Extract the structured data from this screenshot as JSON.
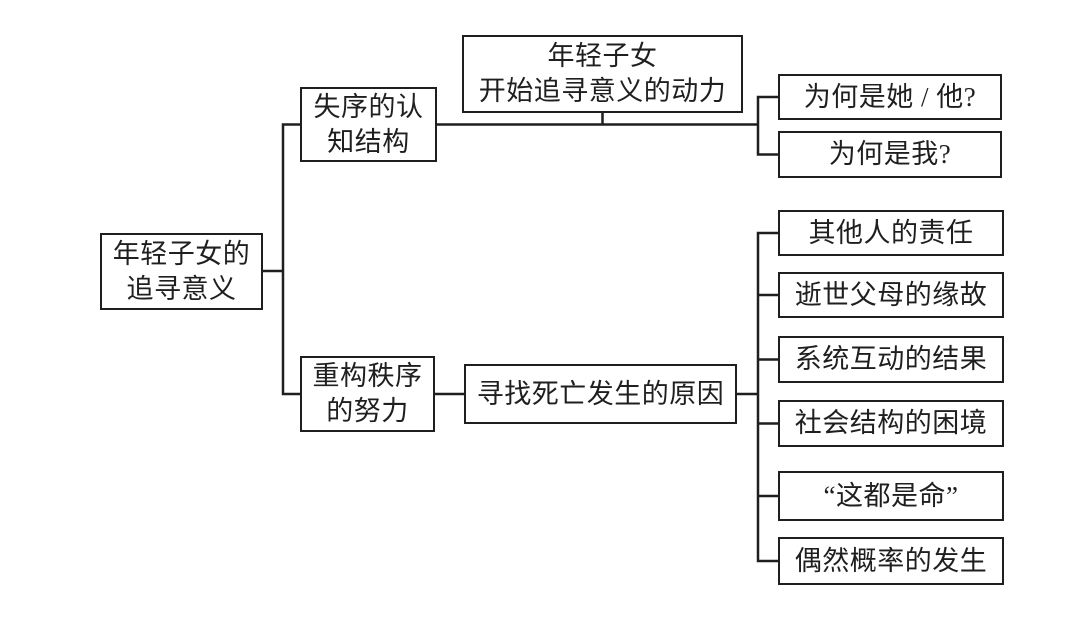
{
  "diagram": {
    "background": "#ffffff",
    "line_color": "#1f1f1f",
    "nodes": {
      "root": "年轻子女的\n追寻意义",
      "disordered_cognition": "失序的认\n知结构",
      "seeking_motivation": "年轻子女\n开始追寻意义的动力",
      "why_her_him": "为何是她 / 他?",
      "why_me": "为何是我?",
      "rebuild_order": "重构秩序\n的努力",
      "find_death_cause": "寻找死亡发生的原因",
      "causes": [
        "其他人的责任",
        "逝世父母的缘故",
        "系统互动的结果",
        "社会结构的困境",
        "“这都是命”",
        "偶然概率的发生"
      ]
    }
  }
}
